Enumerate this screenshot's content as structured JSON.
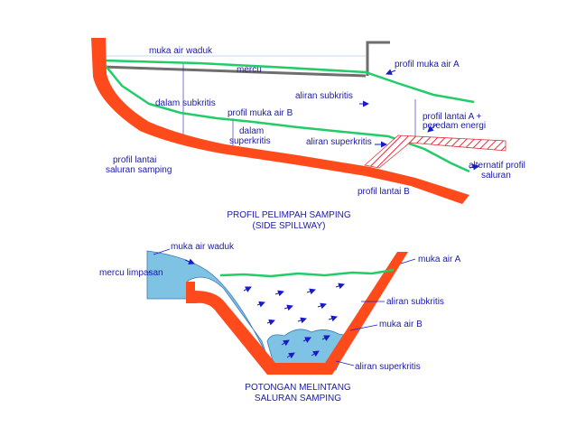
{
  "colors": {
    "floor": "#ff4a1c",
    "water_profile": "#22cc66",
    "weir": "#6e6e6e",
    "water_fill": "#7ec3e3",
    "label": "#1a1aa6",
    "arrow": "#1a1acc",
    "energy_dissipator_hatch": "#e0303a"
  },
  "profile": {
    "title_line1": "PROFIL PELIMPAH SAMPING",
    "title_line2": "(SIDE SPILLWAY)",
    "labels": {
      "muka_air_waduk": "muka air waduk",
      "mercu": "mercu",
      "profil_muka_air_a": "profil muka air A",
      "aliran_subkritis": "aliran subkritis",
      "dalam_subkritis": "dalam subkritis",
      "profil_muka_air_b": "profil muka air B",
      "dalam_superkritis_1": "dalam",
      "dalam_superkritis_2": "superkritis",
      "aliran_superkritis": "aliran superkritis",
      "profil_lantai_a_1": "profil lantai A +",
      "profil_lantai_a_2": "peredam energi",
      "profil_lantai_saluran_1": "profil lantai",
      "profil_lantai_saluran_2": "saluran samping",
      "alternatif_1": "alternatif profil",
      "alternatif_2": "saluran",
      "profil_lantai_b": "profil lantai B"
    }
  },
  "cross_section": {
    "title_line1": "POTONGAN MELINTANG",
    "title_line2": "SALURAN SAMPING",
    "labels": {
      "muka_air_waduk": "muka air waduk",
      "mercu_limpasan": "mercu limpasan",
      "muka_air_a": "muka air A",
      "aliran_subkritis": "aliran subkritis",
      "muka_air_b": "muka air B",
      "aliran_superkritis": "aliran superkritis"
    }
  }
}
